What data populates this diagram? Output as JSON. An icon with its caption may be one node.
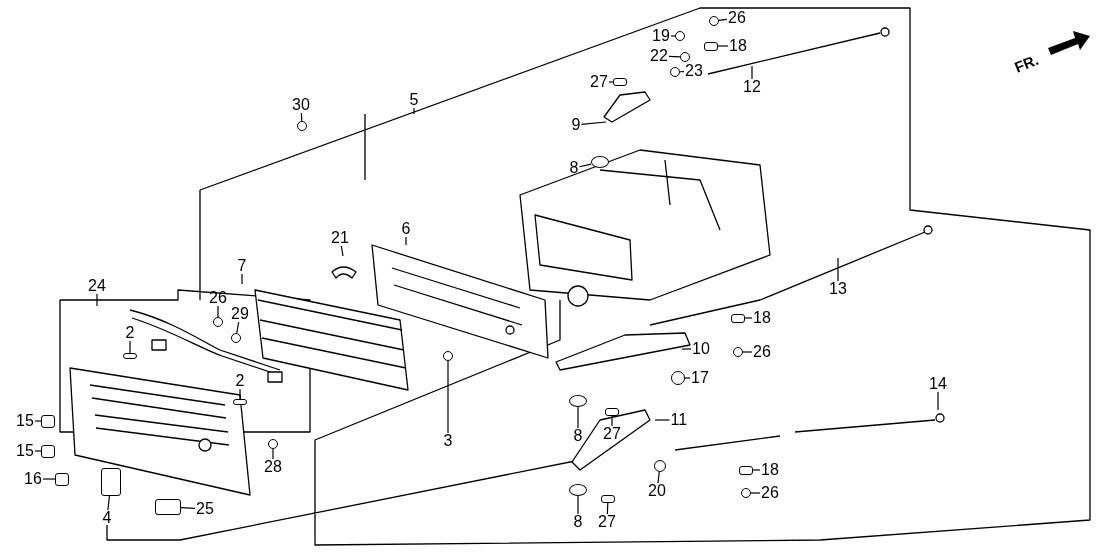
{
  "diagram": {
    "nodes": [
      {
        "text": [
          "26"
        ]
      },
      {
        "text": [
          "19"
        ]
      },
      {
        "text": [
          "18"
        ]
      },
      {
        "text": [
          "22"
        ]
      },
      {
        "text": [
          "23"
        ]
      },
      {
        "text": [
          "27"
        ]
      },
      {
        "text": [
          "12"
        ]
      },
      {
        "text": [
          "5"
        ]
      },
      {
        "text": [
          "30"
        ]
      },
      {
        "text": [
          "9"
        ]
      },
      {
        "text": [
          "8"
        ]
      },
      {
        "text": [
          "6"
        ]
      },
      {
        "text": [
          "21"
        ]
      },
      {
        "text": [
          "7"
        ]
      },
      {
        "text": [
          "13"
        ]
      },
      {
        "text": [
          "24"
        ]
      },
      {
        "text": [
          "26"
        ]
      },
      {
        "text": [
          "29"
        ]
      },
      {
        "text": [
          "18"
        ]
      },
      {
        "text": [
          "2"
        ]
      },
      {
        "text": [
          "10"
        ]
      },
      {
        "text": [
          "26"
        ]
      },
      {
        "text": [
          "17"
        ]
      },
      {
        "text": [
          "2"
        ]
      },
      {
        "text": [
          "14"
        ]
      },
      {
        "text": [
          "11"
        ]
      },
      {
        "text": [
          "15"
        ]
      },
      {
        "text": [
          "3"
        ]
      },
      {
        "text": [
          "8"
        ]
      },
      {
        "text": [
          "27"
        ]
      },
      {
        "text": [
          "15"
        ]
      },
      {
        "text": [
          "28"
        ]
      },
      {
        "text": [
          "16"
        ]
      },
      {
        "text": [
          "18"
        ]
      },
      {
        "text": [
          "20"
        ]
      },
      {
        "text": [
          "26"
        ]
      },
      {
        "text": [
          "4"
        ]
      },
      {
        "text": [
          "25"
        ]
      },
      {
        "text": [
          "8"
        ]
      },
      {
        "text": [
          "27"
        ]
      },
      {
        "text": [],
        "shape": "circle"
      },
      {
        "text": [],
        "shape": "circle"
      },
      {
        "text": [],
        "shape": "box"
      },
      {
        "text": [],
        "shape": "circle"
      },
      {
        "text": [],
        "shape": "circle"
      },
      {
        "text": [],
        "shape": "box"
      },
      {
        "text": [],
        "shape": "circle"
      },
      {
        "text": [],
        "shape": "ellipse"
      },
      {
        "text": [],
        "shape": "circle"
      },
      {
        "text": [],
        "shape": "circle"
      },
      {
        "text": [],
        "shape": "box"
      },
      {
        "text": [],
        "shape": "box"
      },
      {
        "text": [],
        "shape": "circle"
      },
      {
        "text": [],
        "shape": "circle"
      },
      {
        "text": [],
        "shape": "box"
      },
      {
        "text": [],
        "shape": "box"
      },
      {
        "text": [],
        "shape": "circle"
      },
      {
        "text": [],
        "shape": "ellipse"
      },
      {
        "text": [],
        "shape": "box"
      },
      {
        "text": [],
        "shape": "box"
      },
      {
        "text": [],
        "shape": "circle"
      },
      {
        "text": [],
        "shape": "box"
      },
      {
        "text": [],
        "shape": "box"
      },
      {
        "text": [],
        "shape": "circle"
      },
      {
        "text": [],
        "shape": "circle"
      },
      {
        "text": [],
        "shape": "box"
      },
      {
        "text": [],
        "shape": "box"
      },
      {
        "text": [],
        "shape": "ellipse"
      },
      {
        "text": [],
        "shape": "box"
      }
    ],
    "edges": [
      {
        "from": 0,
        "to": 40,
        "arrow": "none"
      },
      {
        "from": 1,
        "to": 41,
        "arrow": "none"
      },
      {
        "from": 2,
        "to": 42,
        "arrow": "none"
      },
      {
        "from": 3,
        "to": 43,
        "arrow": "none"
      },
      {
        "from": 4,
        "to": 44,
        "arrow": "none"
      },
      {
        "from": 5,
        "to": 45,
        "arrow": "none"
      },
      {
        "from": 6,
        "to": null,
        "arrow": "none"
      },
      {
        "from": 7,
        "to": null,
        "arrow": "none"
      },
      {
        "from": 8,
        "to": 46,
        "arrow": "none"
      },
      {
        "from": 9,
        "to": null,
        "arrow": "none"
      },
      {
        "from": 10,
        "to": 47,
        "arrow": "none"
      },
      {
        "from": 11,
        "to": null,
        "arrow": "none"
      },
      {
        "from": 12,
        "to": null,
        "arrow": "none"
      },
      {
        "from": 13,
        "to": null,
        "arrow": "none"
      },
      {
        "from": 14,
        "to": null,
        "arrow": "none"
      },
      {
        "from": 15,
        "to": null,
        "arrow": "none"
      },
      {
        "from": 16,
        "to": 48,
        "arrow": "none"
      },
      {
        "from": 17,
        "to": 49,
        "arrow": "none"
      },
      {
        "from": 18,
        "to": 50,
        "arrow": "none"
      },
      {
        "from": 19,
        "to": 51,
        "arrow": "none"
      },
      {
        "from": 20,
        "to": null,
        "arrow": "none"
      },
      {
        "from": 21,
        "to": 52,
        "arrow": "none"
      },
      {
        "from": 22,
        "to": 53,
        "arrow": "none"
      },
      {
        "from": 23,
        "to": 54,
        "arrow": "none"
      },
      {
        "from": 24,
        "to": null,
        "arrow": "none"
      },
      {
        "from": 25,
        "to": null,
        "arrow": "none"
      },
      {
        "from": 26,
        "to": 55,
        "arrow": "none"
      },
      {
        "from": 27,
        "to": 56,
        "arrow": "none"
      },
      {
        "from": 28,
        "to": 57,
        "arrow": "none"
      },
      {
        "from": 29,
        "to": 58,
        "arrow": "none"
      },
      {
        "from": 30,
        "to": 59,
        "arrow": "none"
      },
      {
        "from": 31,
        "to": 60,
        "arrow": "none"
      },
      {
        "from": 32,
        "to": 61,
        "arrow": "none"
      },
      {
        "from": 33,
        "to": 62,
        "arrow": "none"
      },
      {
        "from": 34,
        "to": 63,
        "arrow": "none"
      },
      {
        "from": 35,
        "to": 64,
        "arrow": "none"
      },
      {
        "from": 36,
        "to": 65,
        "arrow": "none"
      },
      {
        "from": 37,
        "to": 66,
        "arrow": "none"
      },
      {
        "from": 38,
        "to": 67,
        "arrow": "none"
      },
      {
        "from": 39,
        "to": 68,
        "arrow": "none"
      }
    ],
    "labels": [
      "FR."
    ]
  }
}
